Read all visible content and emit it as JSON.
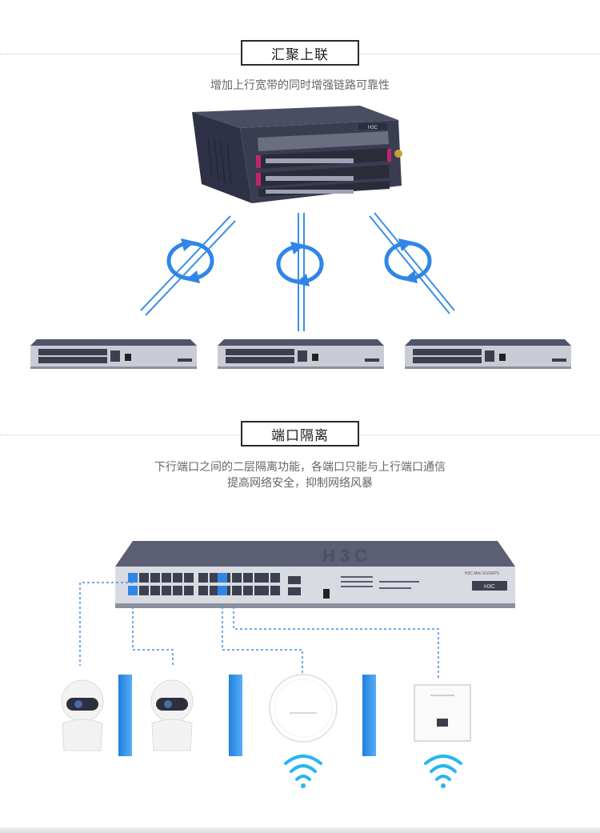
{
  "section1": {
    "title": "汇聚上联",
    "subtitle": "增加上行宽带的同时增强链路可靠性"
  },
  "section2": {
    "title": "端口隔离",
    "subtitle_line1": "下行端口之间的二层隔离功能，各端口只能与上行端口通信",
    "subtitle_line2": "提高网络安全，抑制网络风暴"
  },
  "device": {
    "brand_logo": "H3C",
    "model_text": "H3C Mini S1026PS"
  },
  "icons": {
    "rotate": "rotate-arrows-icon",
    "wifi": "wifi-signal-icon",
    "camera": "security-camera-icon",
    "ap_ceiling": "ceiling-access-point-icon",
    "ap_panel": "wall-panel-access-point-icon"
  },
  "colors": {
    "accent_blue": "#2f86e6",
    "dashed_blue": "#3b8fe8",
    "panel_blue": "#1f7fe0",
    "wifi_cyan": "#28b6f0"
  }
}
